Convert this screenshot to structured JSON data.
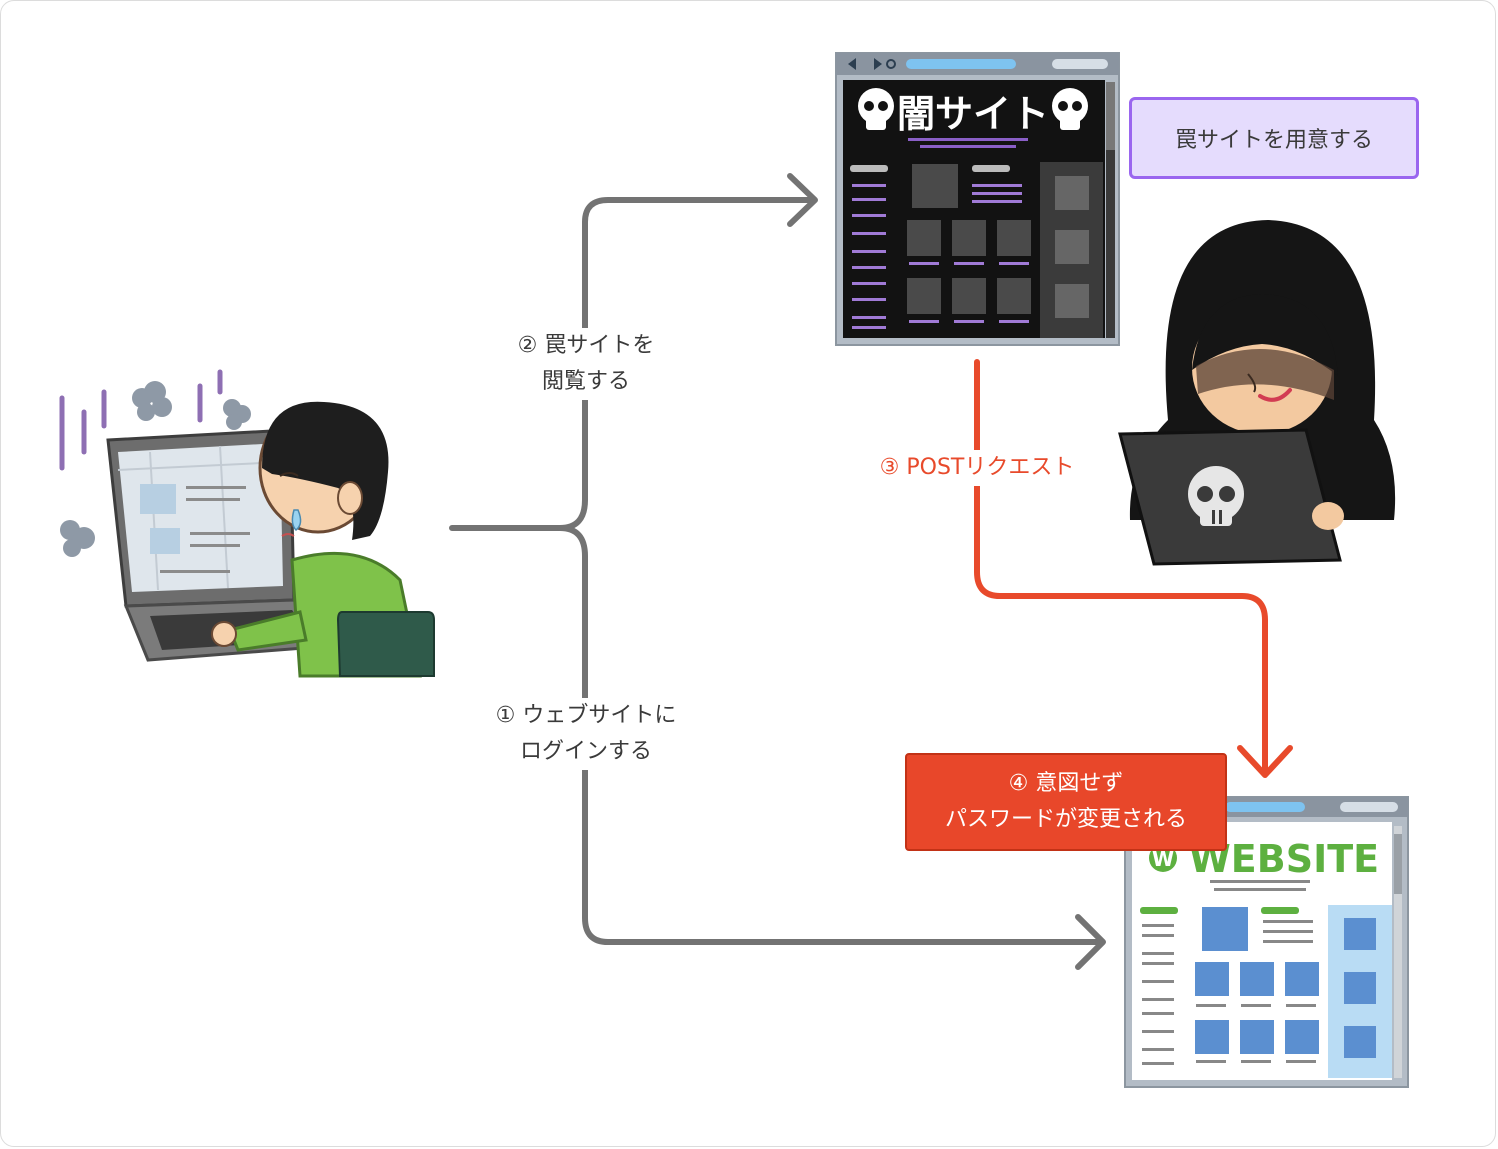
{
  "diagram": {
    "colors": {
      "connector": "#737373",
      "attack": "#e84a2b",
      "note_fill": "#e5dcfd",
      "note_border": "#9a66ef",
      "alert_fill": "#e8472a"
    },
    "steps": {
      "step1": {
        "line1": "① ウェブサイトに",
        "line2": "ログインする"
      },
      "step2": {
        "line1": "② 罠サイトを",
        "line2": "閲覧する"
      },
      "step3": {
        "label": "③ POSTリクエスト"
      },
      "step4": {
        "line1": "④ 意図せず",
        "line2": "パスワードが変更される"
      }
    },
    "note": "罠サイトを用意する",
    "trap_site": {
      "title": "闇サイト",
      "icon": "skull-icon"
    },
    "legit_site": {
      "title": "WEBSITE",
      "badge": "W"
    },
    "actors": {
      "victim": {
        "icon": "user-at-laptop-icon"
      },
      "attacker": {
        "icon": "hooded-hacker-icon"
      }
    }
  }
}
